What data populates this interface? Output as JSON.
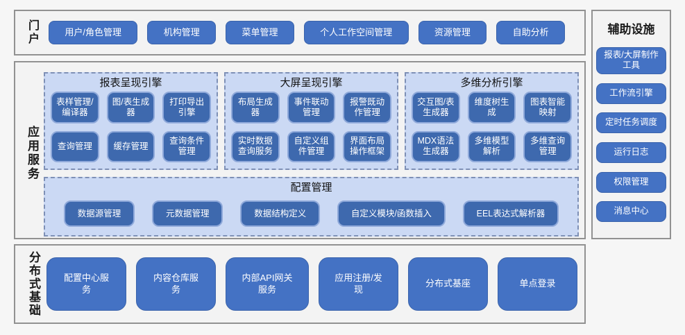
{
  "colors": {
    "accent_blue": "#4472c4",
    "deep_button_blue": "#3e69ae",
    "deep_button_border": "#8fa9da",
    "panel_fill": "#cbd9f4",
    "panel_dashed_border": "#7e90b6",
    "section_fill": "#f3f3f3",
    "section_border": "#919191",
    "button_text": "#ffffff",
    "title_text": "#1a1a1a"
  },
  "portal": {
    "label": "门户",
    "items": [
      "用户/角色管理",
      "机构管理",
      "菜单管理",
      "个人工作空间管理",
      "资源管理",
      "自助分析"
    ]
  },
  "app_services": {
    "label": "应用服务",
    "engines": [
      {
        "title": "报表呈现引擎",
        "items": [
          "表样管理/编译器",
          "图/表生成器",
          "打印导出引擎",
          "查询管理",
          "缓存管理",
          "查询条件管理"
        ]
      },
      {
        "title": "大屏呈现引擎",
        "items": [
          "布局生成器",
          "事件联动管理",
          "报警既动作管理",
          "实时数据查询服务",
          "自定义组件管理",
          "界面布局操作框架"
        ]
      },
      {
        "title": "多维分析引擎",
        "items": [
          "交互图/表生成器",
          "维度树生成",
          "图表智能映射",
          "MDX语法生成器",
          "多维模型解析",
          "多维查询管理"
        ]
      }
    ],
    "config": {
      "title": "配置管理",
      "items": [
        "数据源管理",
        "元数据管理",
        "数据结构定义",
        "自定义模块/函数插入",
        "EEL表达式解析器"
      ]
    }
  },
  "distributed": {
    "label": "分布式基础",
    "items": [
      "配置中心服务",
      "内容仓库服务",
      "内部API网关服务",
      "应用注册/发现",
      "分布式基座",
      "单点登录"
    ]
  },
  "auxiliary": {
    "title": "辅助设施",
    "items": [
      "报表/大屏制作工具",
      "工作流引擎",
      "定时任务调度",
      "运行日志",
      "权限管理",
      "消息中心"
    ]
  }
}
